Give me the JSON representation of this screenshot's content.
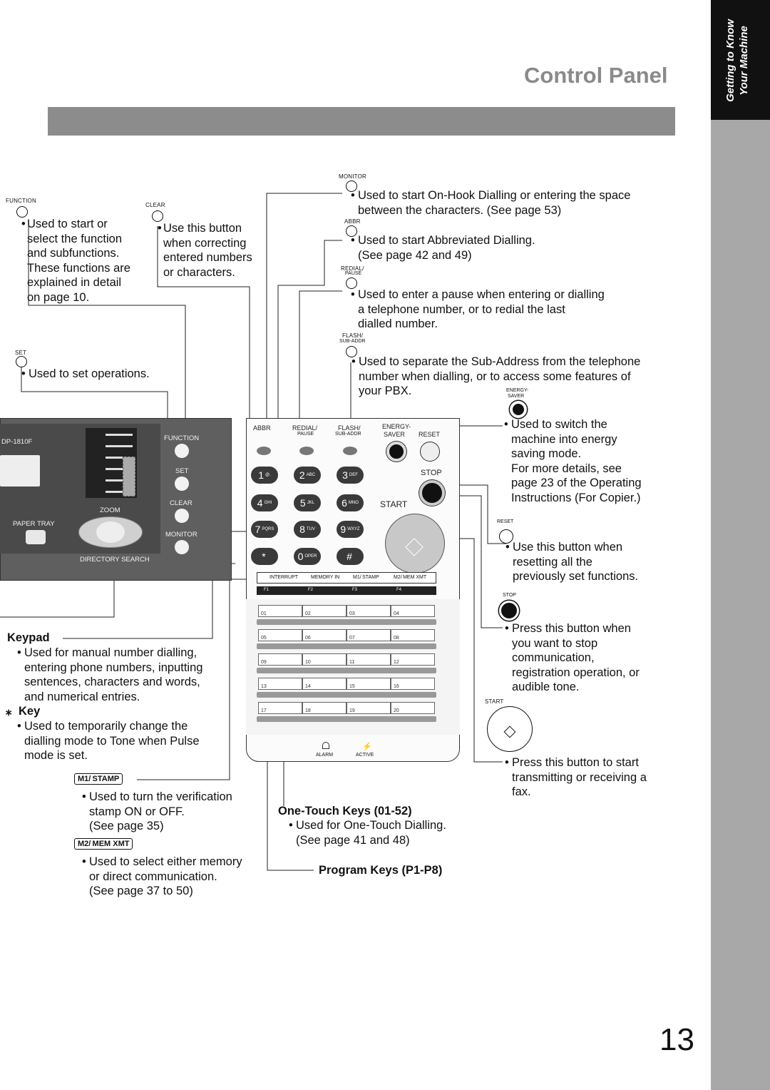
{
  "header": {
    "title": "Control Panel",
    "side_tab_line1": "Getting to Know",
    "side_tab_line2": "Your Machine",
    "page_number": "13"
  },
  "callouts": {
    "function": {
      "label": "FUNCTION",
      "text": "Used to start or\nselect the function\nand subfunctions.\nThese functions are\nexplained in detail\non page 10."
    },
    "clear": {
      "label": "CLEAR",
      "text": "Use this button\nwhen correcting\nentered numbers\nor characters."
    },
    "set": {
      "label": "SET",
      "text": "Used to set operations."
    },
    "monitor": {
      "label": "MONITOR",
      "text": "Used to start On-Hook Dialling or entering the space\nbetween the characters.  (See page 53)"
    },
    "abbr": {
      "label": "ABBR",
      "text": "Used to start Abbreviated Dialling.\n(See page 42 and 49)"
    },
    "redial": {
      "label_line1": "REDIAL/",
      "label_line2": "PAUSE",
      "text": "Used to enter a pause when entering or dialling\na telephone number, or to redial the last\ndialled number."
    },
    "flash": {
      "label_line1": "FLASH/",
      "label_line2": "SUB-ADDR",
      "text": "Used to separate the Sub-Address from the telephone\nnumber when dialling, or to access some features of\nyour PBX."
    },
    "energy_saver": {
      "label_line1": "ENERGY-",
      "label_line2": "SAVER",
      "text": "Used to switch the\nmachine into energy\nsaving mode.\nFor more details, see\npage 23 of the Operating\nInstructions (For Copier.)"
    },
    "reset": {
      "label": "RESET",
      "text": "Use this button when\nresetting all the\npreviously set functions."
    },
    "stop": {
      "label": "STOP",
      "text": "Press this button when\nyou want to stop\ncommunication,\nregistration operation, or\naudible tone."
    },
    "start": {
      "label": "START",
      "text": "Press this button to start\ntransmitting or receiving a\nfax."
    },
    "keypad": {
      "heading": "Keypad",
      "text": "Used for manual number dialling,\nentering phone numbers, inputting\nsentences, characters and words,\nand numerical entries."
    },
    "star_key": {
      "heading": "Key",
      "text": "Used to temporarily change the\ndialling mode to Tone when Pulse\nmode is set."
    },
    "stamp": {
      "label": "M1/ STAMP",
      "text": "Used to turn the verification\nstamp ON or OFF.\n(See page 35)"
    },
    "memxmt": {
      "label": "M2/ MEM XMT",
      "text": "Used to select either memory\nor direct communication.\n(See page 37 to 50)"
    },
    "one_touch": {
      "heading": "One-Touch Keys (01-52)",
      "text": "Used for One-Touch Dialling.\n(See page 41 and 48)"
    },
    "program_keys": {
      "heading": "Program Keys (P1-P8)"
    }
  },
  "panel": {
    "model": "DP-1810F",
    "paper_tray": "PAPER TRAY",
    "zoom": "ZOOM",
    "directory_search": "DIRECTORY SEARCH",
    "function": "FUNCTION",
    "set": "SET",
    "clear": "CLEAR",
    "monitor": "MONITOR",
    "abbr": "ABBR",
    "redial": "REDIAL/",
    "pause": "PAUSE",
    "flash": "FLASH/",
    "sub_addr": "SUB-ADDR",
    "energy": "ENERGY-",
    "saver": "SAVER",
    "reset": "RESET",
    "stop": "STOP",
    "start": "START",
    "keys": [
      {
        "num": "1",
        "sub": "@."
      },
      {
        "num": "2",
        "sub": "ABC"
      },
      {
        "num": "3",
        "sub": "DEF"
      },
      {
        "num": "4",
        "sub": "GHI"
      },
      {
        "num": "5",
        "sub": "JKL"
      },
      {
        "num": "6",
        "sub": "MNO"
      },
      {
        "num": "7",
        "sub": "PQRS"
      },
      {
        "num": "8",
        "sub": "TUV"
      },
      {
        "num": "9",
        "sub": "WXYZ"
      },
      {
        "num": "*",
        "sub": ""
      },
      {
        "num": "0",
        "sub": "OPER"
      },
      {
        "num": "#",
        "sub": ""
      }
    ],
    "interrupt": "INTERRUPT",
    "memory_in": "MEMORY IN",
    "m1_stamp": "M1/ STAMP",
    "m2_memxmt": "M2/ MEM XMT",
    "program_labels": [
      "F1",
      "F2",
      "F3",
      "F4"
    ],
    "one_touch_numbers": [
      "01",
      "02",
      "03",
      "04",
      "05",
      "06",
      "07",
      "08",
      "09",
      "10",
      "11",
      "12",
      "13",
      "14",
      "15",
      "16",
      "17",
      "18",
      "19",
      "20"
    ],
    "alarm": "ALARM",
    "active": "ACTIVE"
  },
  "colors": {
    "title_gray": "#8a8a8a",
    "panel_dark": "#5a5a5a",
    "tab_black": "#111111",
    "band_gray": "#8c8c8c"
  }
}
